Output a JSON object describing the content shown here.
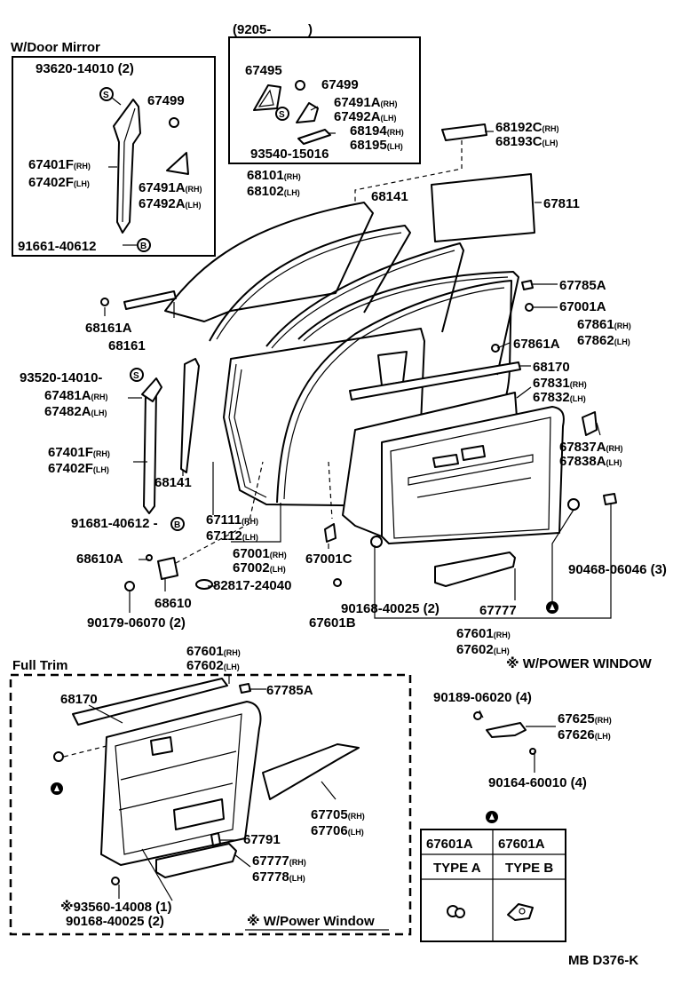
{
  "insets": {
    "door_mirror_title": "W/Door Mirror",
    "date_range": "(9205-          )",
    "full_trim_title": "Full Trim",
    "power_window_note": "※ W/POWER WINDOW",
    "power_window_note_lower": "※ W/Power Window"
  },
  "type_table": {
    "headers": [
      "67601A",
      "67601A"
    ],
    "types": [
      "TYPE A",
      "TYPE B"
    ]
  },
  "drawing_code": "MB D376-K",
  "labels": [
    {
      "id": "l1",
      "main": "93620-14010",
      "tail": " (2)"
    },
    {
      "id": "l2",
      "main": "67499"
    },
    {
      "id": "l3",
      "main": "67401F",
      "sub": "(RH)"
    },
    {
      "id": "l4",
      "main": "67402F",
      "sub": "(LH)"
    },
    {
      "id": "l5",
      "main": "67491A",
      "sub": "(RH)"
    },
    {
      "id": "l6",
      "main": "67492A",
      "sub": "(LH)"
    },
    {
      "id": "l7",
      "main": "91661-40612"
    },
    {
      "id": "l8",
      "main": "67495"
    },
    {
      "id": "l9",
      "main": "67499"
    },
    {
      "id": "l10",
      "main": "67491A",
      "sub": "(RH)"
    },
    {
      "id": "l11",
      "main": "67492A",
      "sub": "(LH)"
    },
    {
      "id": "l12",
      "main": "68194",
      "sub": "(RH)"
    },
    {
      "id": "l13",
      "main": "68195",
      "sub": "(LH)"
    },
    {
      "id": "l14",
      "main": "93540-15016"
    },
    {
      "id": "l15",
      "main": "68192C",
      "sub": "(RH)"
    },
    {
      "id": "l16",
      "main": "68193C",
      "sub": "(LH)"
    },
    {
      "id": "l17",
      "main": "68101",
      "sub": "(RH)"
    },
    {
      "id": "l18",
      "main": "68102",
      "sub": "(LH)"
    },
    {
      "id": "l19",
      "main": "68141"
    },
    {
      "id": "l20",
      "main": "67811"
    },
    {
      "id": "l21",
      "main": "67785A"
    },
    {
      "id": "l22",
      "main": "67001A"
    },
    {
      "id": "l23",
      "main": "67861",
      "sub": "(RH)"
    },
    {
      "id": "l24",
      "main": "67862",
      "sub": "(LH)"
    },
    {
      "id": "l25",
      "main": "67861A"
    },
    {
      "id": "l26",
      "main": "68161A"
    },
    {
      "id": "l27",
      "main": "68161"
    },
    {
      "id": "l28",
      "main": "68170"
    },
    {
      "id": "l29",
      "main": "67831",
      "sub": "(RH)"
    },
    {
      "id": "l30",
      "main": "67832",
      "sub": "(LH)"
    },
    {
      "id": "l31",
      "main": "93520-14010-"
    },
    {
      "id": "l32",
      "main": "67481A",
      "sub": "(RH)"
    },
    {
      "id": "l33",
      "main": "67482A",
      "sub": "(LH)"
    },
    {
      "id": "l34",
      "main": "67837A",
      "sub": "(RH)"
    },
    {
      "id": "l35",
      "main": "67838A",
      "sub": "(LH)"
    },
    {
      "id": "l36",
      "main": "67401F",
      "sub": "(RH)"
    },
    {
      "id": "l37",
      "main": "67402F",
      "sub": "(LH)"
    },
    {
      "id": "l38",
      "main": "68141"
    },
    {
      "id": "l39",
      "main": "67111",
      "sub": "(RH)"
    },
    {
      "id": "l40",
      "main": "67112",
      "sub": "(LH)"
    },
    {
      "id": "l41",
      "main": "91681-40612 -"
    },
    {
      "id": "l42",
      "main": "68610A"
    },
    {
      "id": "l43",
      "main": "67001",
      "sub": "(RH)"
    },
    {
      "id": "l44",
      "main": "67002",
      "sub": "(LH)"
    },
    {
      "id": "l45",
      "main": "67001C"
    },
    {
      "id": "l46",
      "main": "90468-06046",
      "tail": " (3)"
    },
    {
      "id": "l47",
      "main": "68610"
    },
    {
      "id": "l48",
      "main": "82817-24040"
    },
    {
      "id": "l49",
      "main": "90179-06070",
      "tail": " (2)"
    },
    {
      "id": "l50",
      "main": "67601B"
    },
    {
      "id": "l51",
      "main": "90168-40025",
      "tail": " (2)"
    },
    {
      "id": "l52",
      "main": "67777"
    },
    {
      "id": "l53",
      "main": "67601",
      "sub": "(RH)"
    },
    {
      "id": "l54",
      "main": "67602",
      "sub": "(LH)"
    },
    {
      "id": "l55",
      "main": "67601",
      "sub": "(RH)"
    },
    {
      "id": "l56",
      "main": "67602",
      "sub": "(LH)"
    },
    {
      "id": "l57",
      "main": "68170"
    },
    {
      "id": "l58",
      "main": "67785A"
    },
    {
      "id": "l59",
      "main": "90189-06020",
      "tail": " (4)"
    },
    {
      "id": "l60",
      "main": "67625",
      "sub": "(RH)"
    },
    {
      "id": "l61",
      "main": "67626",
      "sub": "(LH)"
    },
    {
      "id": "l62",
      "main": "90164-60010",
      "tail": " (4)"
    },
    {
      "id": "l63",
      "main": "67705",
      "sub": "(RH)"
    },
    {
      "id": "l64",
      "main": "67706",
      "sub": "(LH)"
    },
    {
      "id": "l65",
      "main": "67791"
    },
    {
      "id": "l66",
      "main": "67777",
      "sub": "(RH)"
    },
    {
      "id": "l67",
      "main": "67778",
      "sub": "(LH)"
    },
    {
      "id": "l68",
      "main": "※93560-14008",
      "tail": " (1)"
    },
    {
      "id": "l69",
      "main": "90168-40025",
      "tail": " (2)"
    }
  ]
}
